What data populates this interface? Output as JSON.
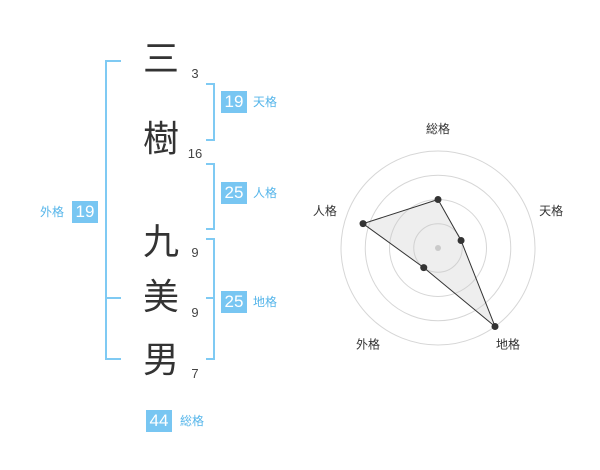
{
  "name": {
    "characters": [
      {
        "char": "三",
        "strokes": "3"
      },
      {
        "char": "樹",
        "strokes": "16"
      },
      {
        "char": "九",
        "strokes": "9"
      },
      {
        "char": "美",
        "strokes": "9"
      },
      {
        "char": "男",
        "strokes": "7"
      }
    ]
  },
  "fortunes": {
    "tenkaku": {
      "value": "19",
      "label": "天格"
    },
    "jinkaku": {
      "value": "25",
      "label": "人格"
    },
    "chikaku": {
      "value": "25",
      "label": "地格"
    },
    "gaikaku": {
      "value": "19",
      "label": "外格"
    },
    "soukaku": {
      "value": "44",
      "label": "総格"
    }
  },
  "colors": {
    "accent": "#78c6f2",
    "bracket": "#7fcaf3",
    "text": "#333333"
  },
  "chart_data": {
    "type": "radar",
    "axes": [
      "総格",
      "天格",
      "地格",
      "外格",
      "人格"
    ],
    "levels": 4,
    "range": [
      0,
      4
    ],
    "values": [
      2,
      1,
      4,
      1,
      3.25
    ],
    "grid": true
  }
}
